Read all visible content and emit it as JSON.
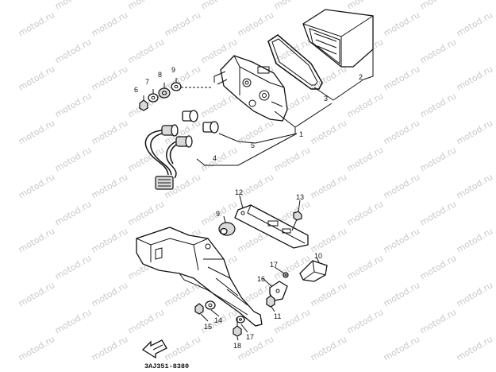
{
  "watermark": {
    "text": "motod.ru"
  },
  "diagram": {
    "drawing_code": "3AJ351-8380",
    "callouts": [
      "1",
      "2",
      "3",
      "4",
      "5",
      "6",
      "7",
      "8",
      "9",
      "9",
      "10",
      "11",
      "12",
      "13",
      "14",
      "15",
      "16",
      "17",
      "17",
      "18"
    ]
  }
}
